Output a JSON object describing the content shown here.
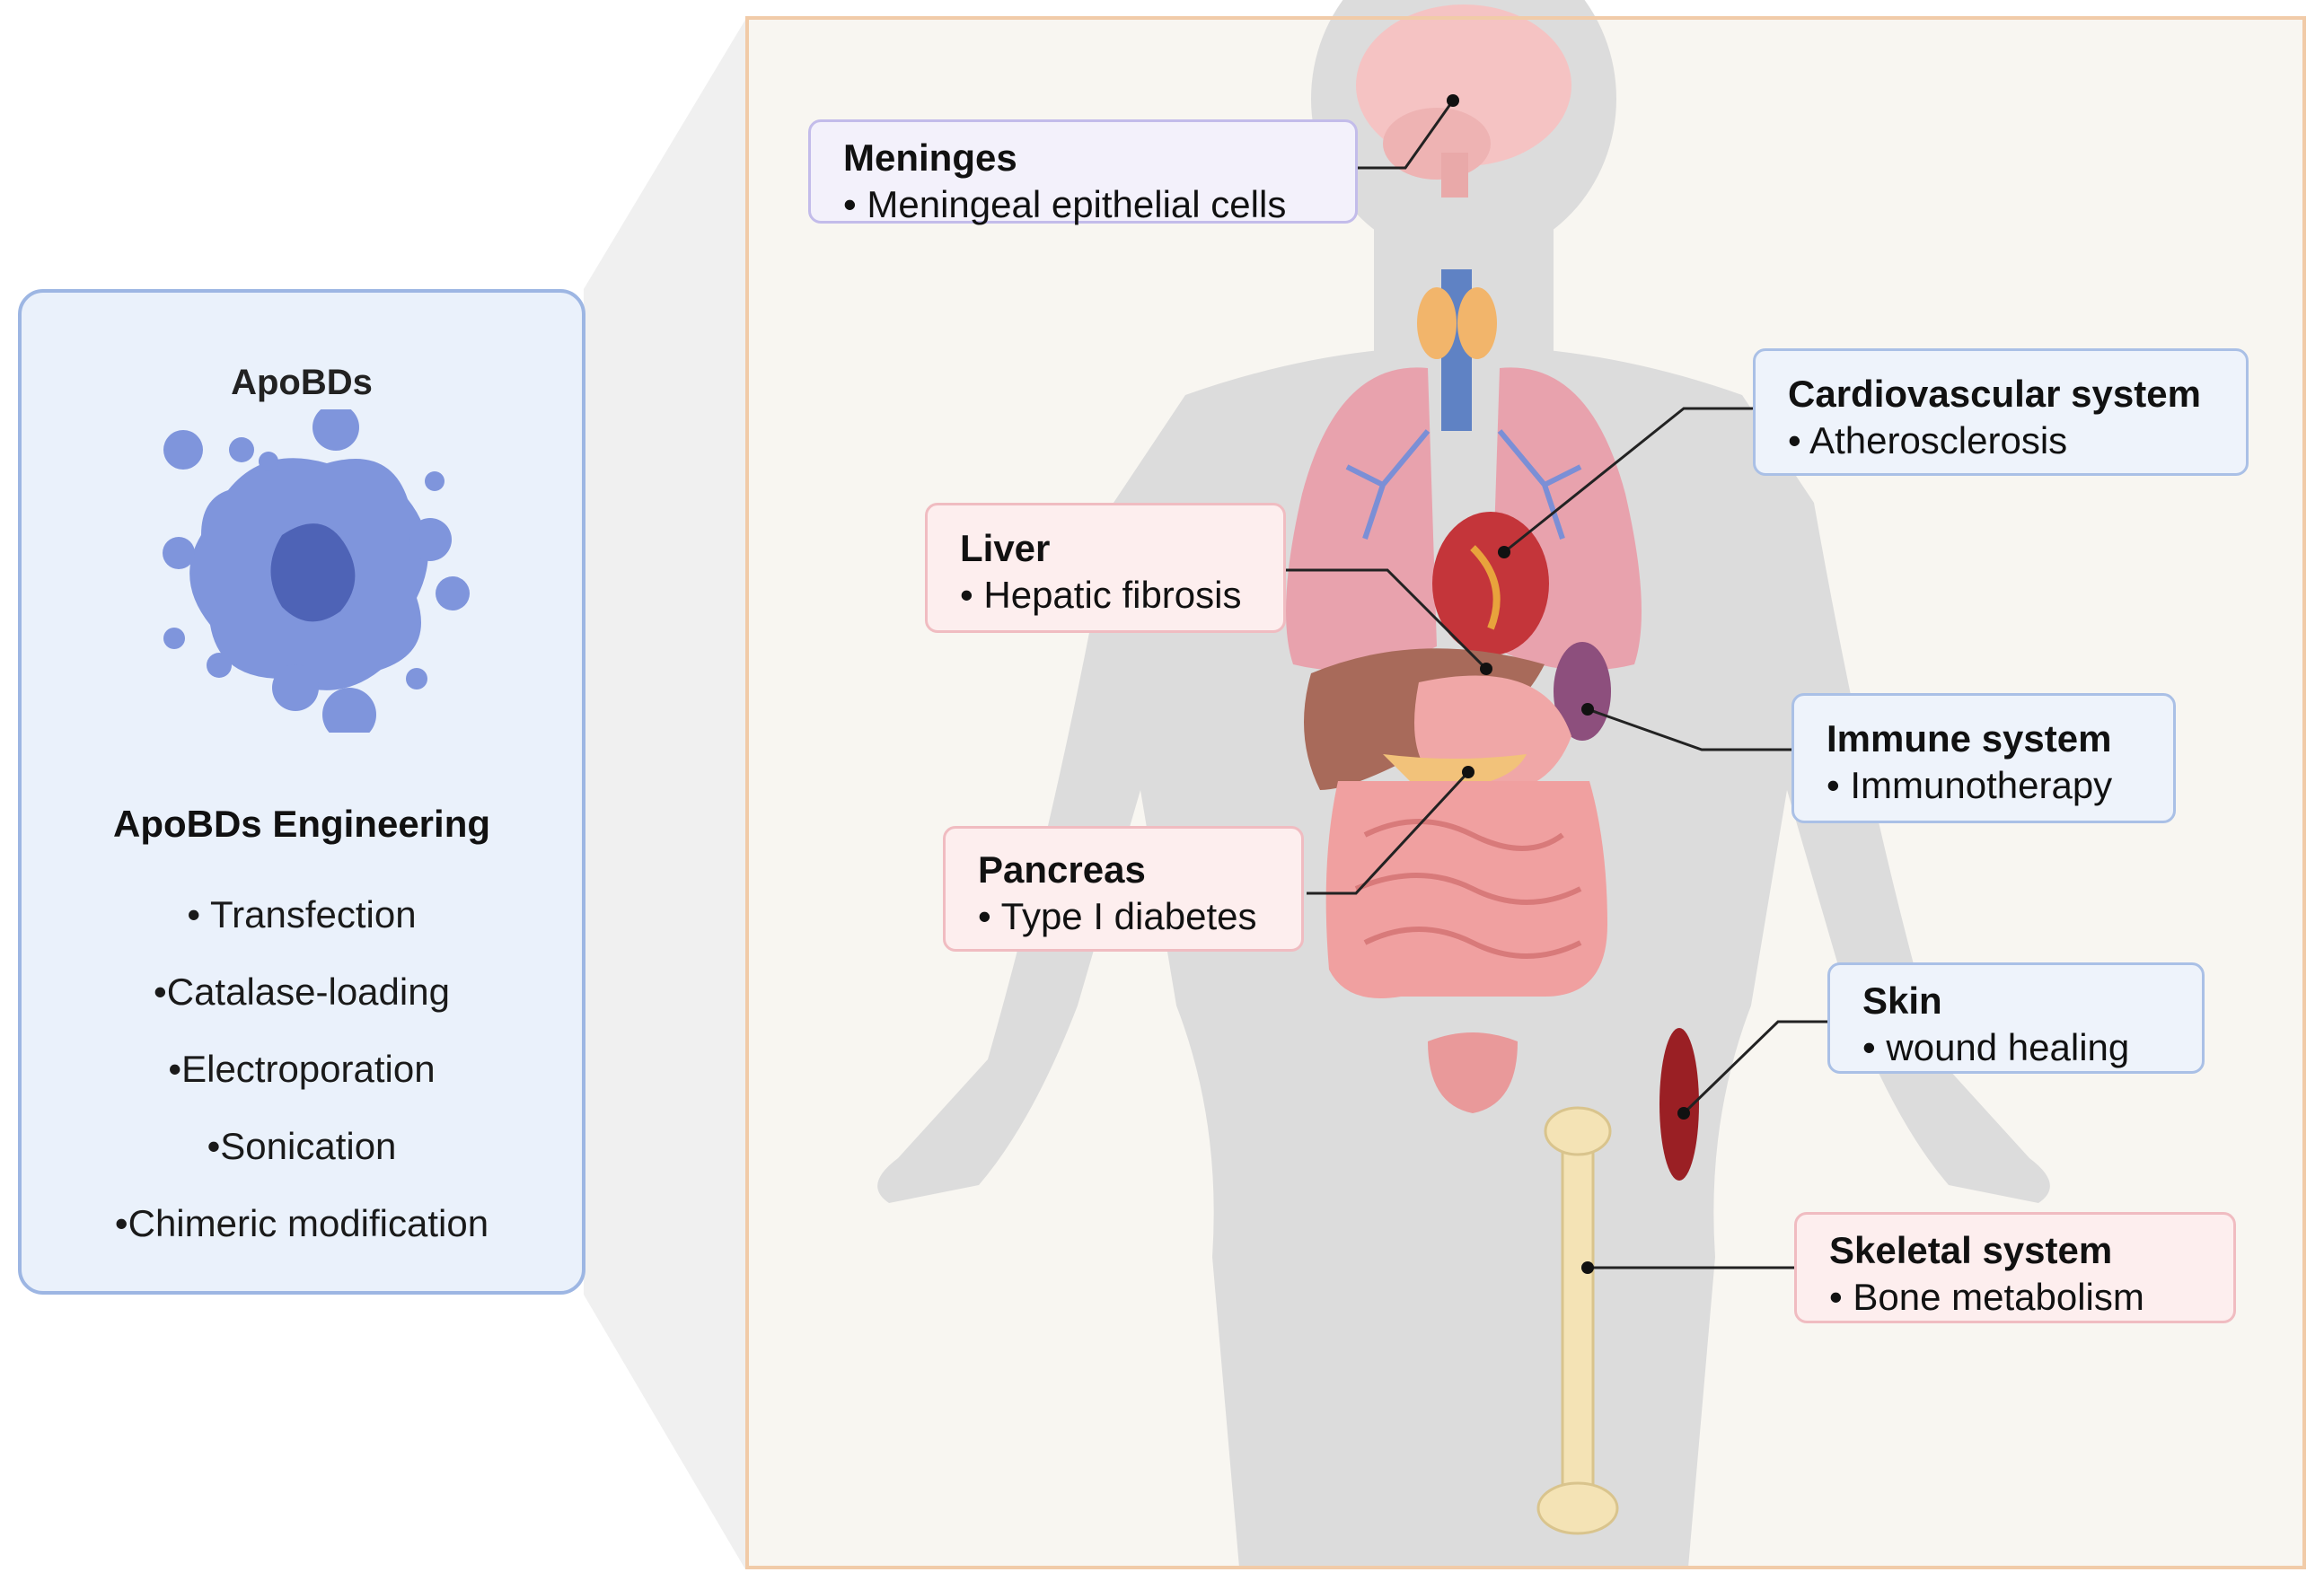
{
  "left_panel": {
    "title": "ApoBDs",
    "heading": "ApoBDs Engineering",
    "methods": [
      "• Transfection",
      "•Catalase-loading",
      "•Electroporation",
      "•Sonication",
      "•Chimeric modification"
    ]
  },
  "organs": {
    "meninges": {
      "title": "Meninges",
      "item": "• Meningeal epithelial cells"
    },
    "cardiovascular": {
      "title": "Cardiovascular system",
      "item": "• Atherosclerosis"
    },
    "liver": {
      "title": "Liver",
      "item": "• Hepatic fibrosis"
    },
    "immune": {
      "title": "Immune system",
      "item": "• Immunotherapy"
    },
    "pancreas": {
      "title": "Pancreas",
      "item": "• Type I diabetes"
    },
    "skin": {
      "title": "Skin",
      "item": "• wound healing"
    },
    "skeletal": {
      "title": "Skeletal system",
      "item": "• Bone metabolism"
    }
  },
  "colors": {
    "cell": "#7f95dc",
    "cell_nucleus": "#4e63b6",
    "body_silhouette": "#dcdcdc",
    "left_border": "#9db6e3",
    "right_border": "#f1cba8"
  }
}
